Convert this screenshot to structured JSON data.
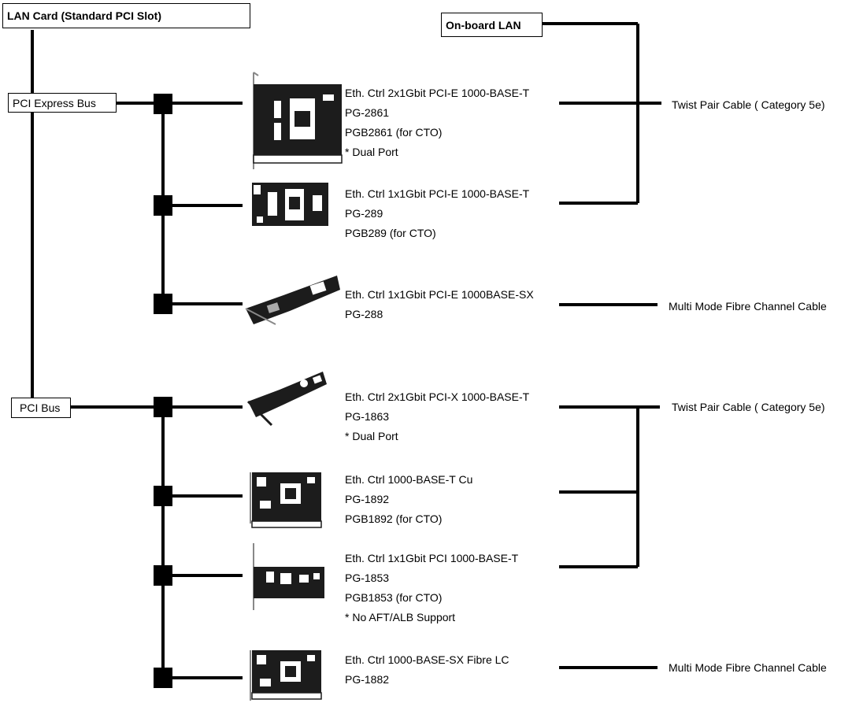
{
  "header": {
    "lan_card": "LAN Card (Standard PCI Slot)",
    "onboard_lan": "On-board LAN"
  },
  "buses": {
    "pci_express": "PCI Express Bus",
    "pci": "PCI Bus"
  },
  "cards": [
    {
      "lines": [
        "Eth. Ctrl 2x1Gbit PCI-E 1000-BASE-T",
        "PG-2861",
        "PGB2861 (for CTO)",
        "* Dual Port"
      ]
    },
    {
      "lines": [
        "Eth. Ctrl 1x1Gbit PCI-E 1000-BASE-T",
        "PG-289",
        "PGB289 (for CTO)"
      ]
    },
    {
      "lines": [
        "Eth. Ctrl 1x1Gbit PCI-E 1000BASE-SX",
        "PG-288"
      ]
    },
    {
      "lines": [
        "Eth. Ctrl 2x1Gbit PCI-X 1000-BASE-T",
        "PG-1863",
        "* Dual Port"
      ]
    },
    {
      "lines": [
        "Eth. Ctrl 1000-BASE-T Cu",
        "PG-1892",
        "PGB1892 (for CTO)"
      ]
    },
    {
      "lines": [
        "Eth. Ctrl 1x1Gbit PCI 1000-BASE-T",
        "PG-1853",
        "PGB1853 (for CTO)",
        "* No AFT/ALB Support"
      ]
    },
    {
      "lines": [
        "Eth. Ctrl 1000-BASE-SX Fibre LC",
        "PG-1882"
      ]
    }
  ],
  "cables": {
    "twist_pair_top": "Twist Pair Cable ( Category 5e)",
    "fibre_top": "Multi Mode Fibre Channel Cable",
    "twist_pair_bottom": "Twist Pair Cable ( Category 5e)",
    "fibre_bottom": "Multi Mode Fibre Channel Cable"
  }
}
